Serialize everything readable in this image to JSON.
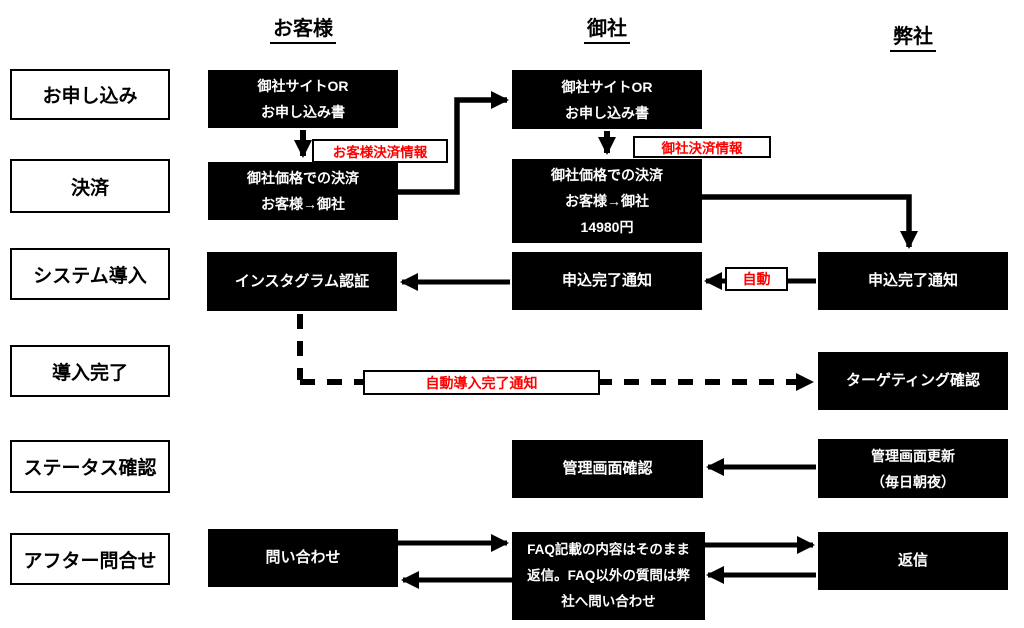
{
  "headers": {
    "customer": "お客様",
    "company": "御社",
    "us": "弊社"
  },
  "row_labels": {
    "apply": "お申し込み",
    "payment": "決済",
    "system_install": "システム導入",
    "install_complete": "導入完了",
    "status_check": "ステータス確認",
    "after_inquiry": "アフター問合せ"
  },
  "boxes": {
    "customer_apply": "御社サイトOR\nお申し込み書",
    "customer_payment": "御社価格での決済\nお客様→御社",
    "customer_instagram": "インスタグラム認証",
    "customer_inquiry": "問い合わせ",
    "company_apply": "御社サイトOR\nお申し込み書",
    "company_payment": "御社価格での決済\nお客様→御社\n14980円",
    "company_notice": "申込完了通知",
    "company_admin_check": "管理画面確認",
    "company_faq": "FAQ記載の内容はそのまま\n返信。FAQ以外の質問は弊\n社へ問い合わせ",
    "us_notice": "申込完了通知",
    "us_targeting": "ターゲティング確認",
    "us_admin_update": "管理画面更新\n（毎日朝夜）",
    "us_reply": "返信"
  },
  "annotations": {
    "customer_payment_info": "お客様決済情報",
    "company_payment_info": "御社決済情報",
    "auto": "自動",
    "auto_install_complete": "自動導入完了通知"
  },
  "colors": {
    "box_bg": "#000000",
    "box_text": "#ffffff",
    "annotation_text": "#ff0000",
    "line": "#000000"
  }
}
